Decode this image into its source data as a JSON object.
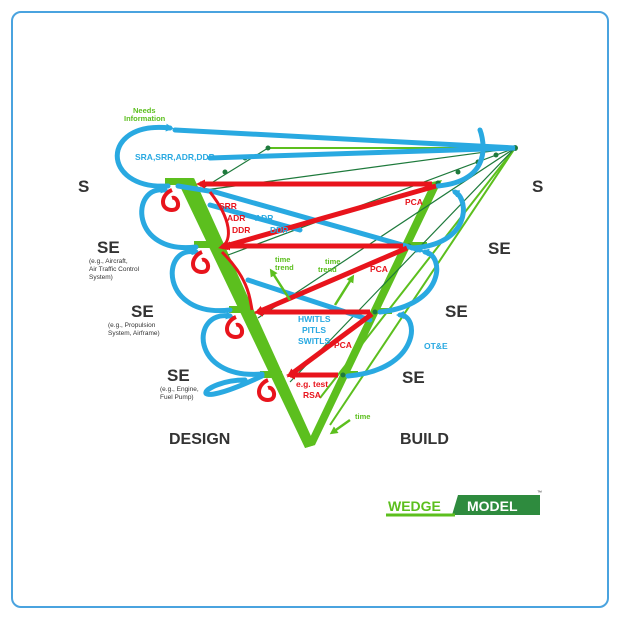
{
  "levels": {
    "s_left": "S",
    "s_right": "S",
    "se1_left": "SE",
    "se1_left_note": [
      "(e.g., Aircraft,",
      "Air Traffic Control",
      "System)"
    ],
    "se1_right": "SE",
    "se2_left": "SE",
    "se2_left_note": [
      "(e.g., Propulsion",
      "System, Airframe)"
    ],
    "se2_right": "SE",
    "se3_left": "SE",
    "se3_left_note": [
      "(e.g., Engine,",
      "Fuel Pump)"
    ],
    "se3_right": "SE"
  },
  "labels": {
    "needs_information": [
      "Needs",
      "Information"
    ],
    "reviews_top": "SRA,SRR,ADR,DDR",
    "srr_red": "SRR",
    "adr_red": "ADR",
    "ddr_red": "DDR",
    "adr_blue": "ADR",
    "ddr_blue": "DDR",
    "pca_1": "PCA",
    "pca_2": "PCA",
    "pca_3": "PCA",
    "time_trend_1": [
      "time",
      "trend"
    ],
    "time_trend_2": [
      "time",
      "trend"
    ],
    "tests": [
      "HWITLS",
      "PITLS",
      "SWITLS"
    ],
    "ote": "OT&E",
    "eg_test": [
      "e.g. test",
      "RSA"
    ],
    "time": "time",
    "design": "DESIGN",
    "build": "BUILD"
  },
  "logo": {
    "word1": "WEDGE",
    "word2": "MODEL",
    "mark": "™"
  },
  "colors": {
    "blue": "#29a9e1",
    "red": "#e8141c",
    "green": "#5cbf1e",
    "dark_green": "#1e7a3c",
    "frame": "#4aa3df"
  }
}
